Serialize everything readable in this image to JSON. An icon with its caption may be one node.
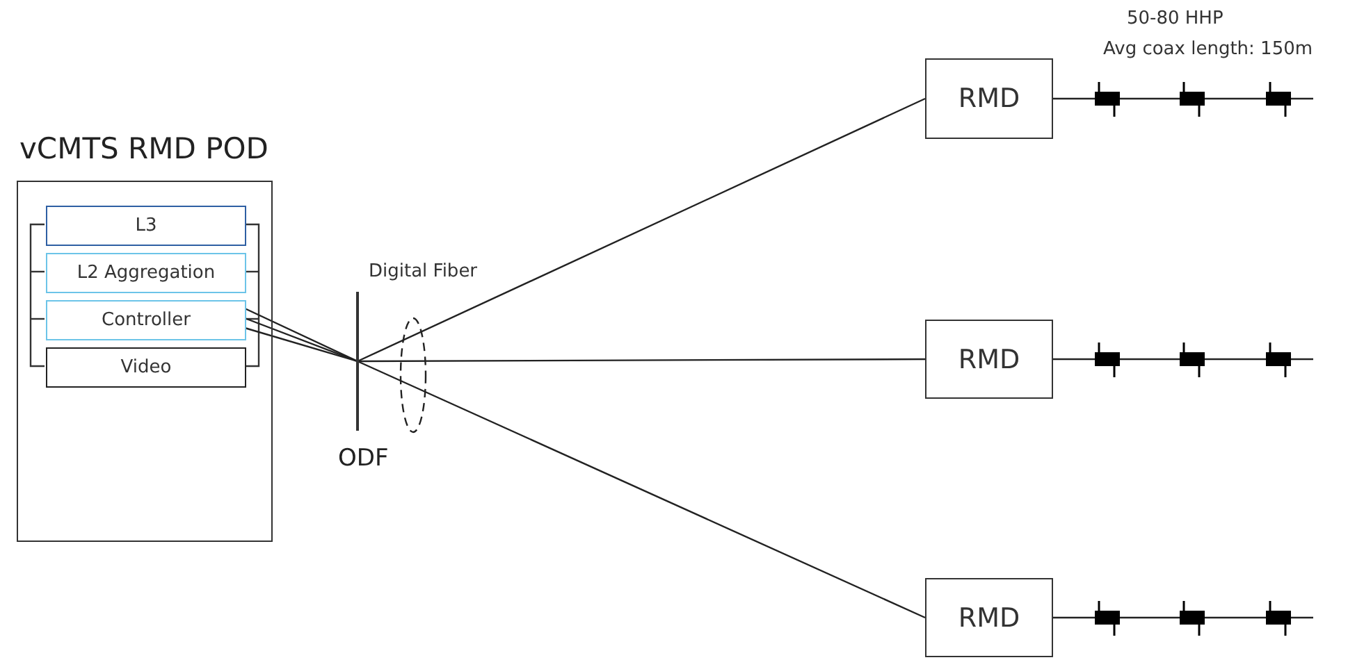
{
  "diagram": {
    "nodes": [
      {
        "text": [
          "vCMTS RMD POD"
        ]
      },
      {
        "text": [
          "L3"
        ],
        "in": 0
      },
      {
        "text": [
          "L2 Aggregation"
        ],
        "in": 0
      },
      {
        "text": [
          "Controller"
        ],
        "in": 0
      },
      {
        "text": [
          "Video"
        ],
        "in": 0
      },
      {
        "text": [
          "ODF"
        ]
      },
      {
        "text": [
          "RMD"
        ]
      },
      {
        "text": [
          "RMD"
        ]
      },
      {
        "text": [
          "RMD"
        ]
      }
    ],
    "edges": [
      {
        "from": 3,
        "to": 5,
        "arrow": "none"
      },
      {
        "from": 3,
        "to": 5,
        "arrow": "none"
      },
      {
        "from": 3,
        "to": 5,
        "arrow": "none"
      },
      {
        "from": 5,
        "to": 6,
        "arrow": "none"
      },
      {
        "from": 5,
        "to": 7,
        "arrow": "none"
      },
      {
        "from": 5,
        "to": 8,
        "arrow": "none"
      }
    ],
    "labels": [
      "50-80 HHP",
      "Avg coax length: 150m",
      "Digital Fiber"
    ]
  }
}
